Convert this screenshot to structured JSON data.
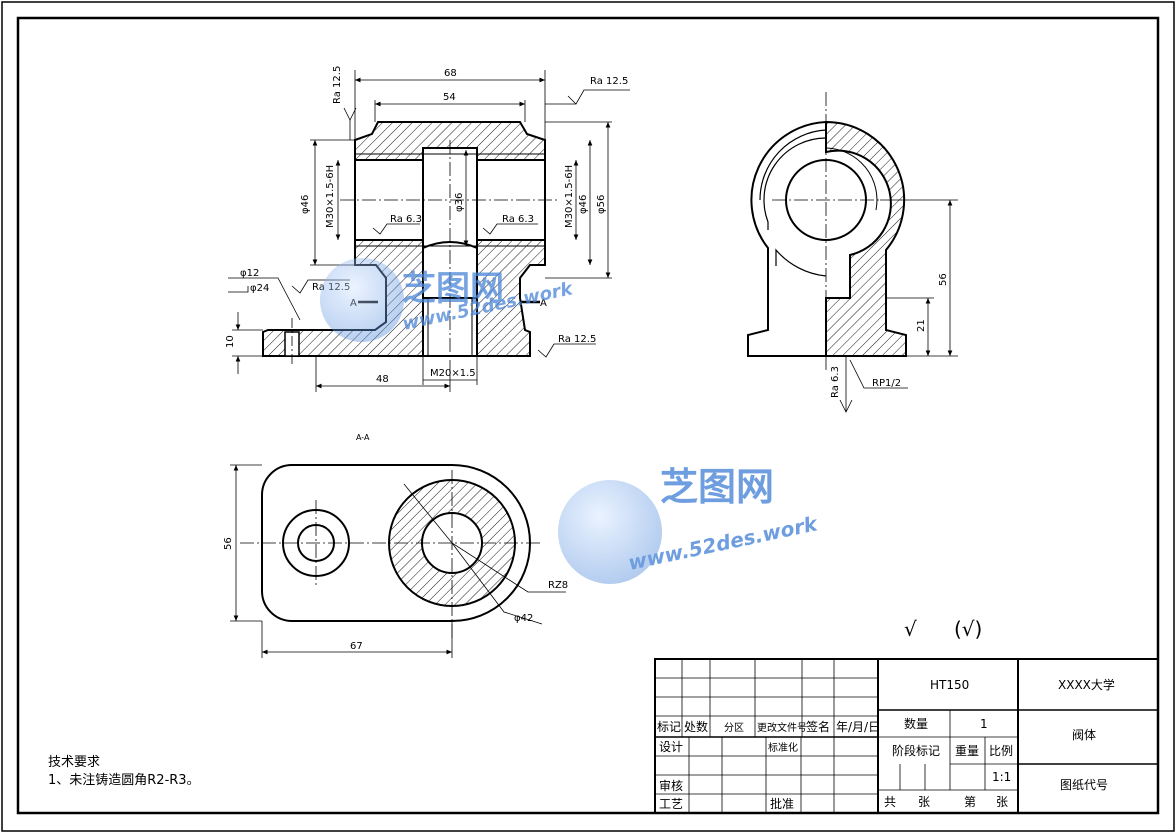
{
  "front_view": {
    "dims": {
      "top_width": "68",
      "inner_width": "54",
      "left_dia": "φ46",
      "left_thread": "M30×1.5-6H",
      "center_dia": "φ36",
      "right_thread": "M30×1.5-6H",
      "right_dia_46": "φ46",
      "right_dia_56": "φ56",
      "hole_12": "φ12",
      "hole_24": "φ24",
      "base_height": "10",
      "base_offset": "48",
      "bottom_thread": "M20×1.5"
    },
    "roughness": {
      "top_left": "Ra 12.5",
      "top_right": "Ra 12.5",
      "inner_left": "Ra 6.3",
      "inner_right": "Ra 6.3",
      "hole": "Ra 12.5",
      "base": "Ra 12.5"
    },
    "section_marks": {
      "left": "A",
      "right": "A"
    }
  },
  "side_view": {
    "dims": {
      "height_56": "56",
      "height_21": "21",
      "pipe_thread": "RP1/2"
    },
    "roughness": {
      "bottom": "Ra 6.3"
    }
  },
  "section_view": {
    "title": "A-A",
    "dims": {
      "width_56": "56",
      "length_67": "67",
      "radius": "RZ8",
      "dia_42": "φ42"
    }
  },
  "general_roughness": {
    "symbol": "√",
    "bracket": "(√)"
  },
  "tech_requirements": {
    "title": "技术要求",
    "item1": "1、未注铸造圆角R2-R3。"
  },
  "title_block": {
    "material": "HT150",
    "school": "XXXX大学",
    "part_name": "阀体",
    "drawing_no_label": "图纸代号",
    "qty_label": "数量",
    "qty_value": "1",
    "stage_label": "阶段标记",
    "weight_label": "重量",
    "scale_label": "比例",
    "scale_value": "1:1",
    "sheets_total_label": "共",
    "sheets_unit1": "张",
    "sheet_no_label": "第",
    "sheets_unit2": "张",
    "row_marker": "标记",
    "row_count": "处数",
    "row_zone": "分区",
    "row_change_doc": "更改文件号",
    "row_sign": "签名",
    "row_date": "年/月/日",
    "design": "设计",
    "standardize": "标准化",
    "review": "审核",
    "process": "工艺",
    "approve": "批准"
  },
  "watermark": {
    "brand": "芝图网",
    "url": "www.52des.work"
  }
}
